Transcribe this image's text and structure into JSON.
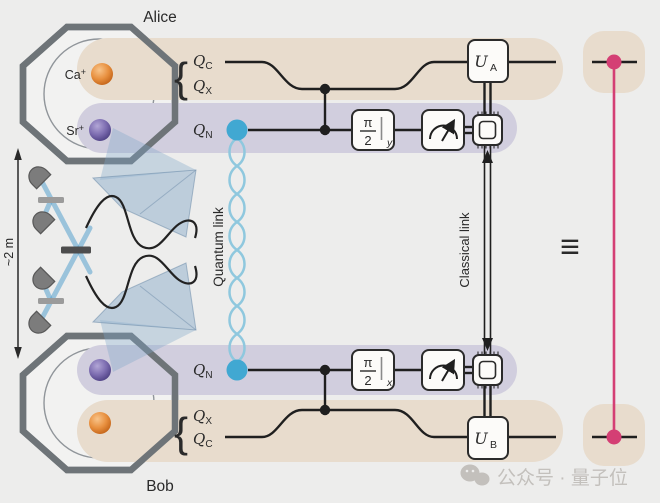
{
  "figure": {
    "alice_label": "Alice",
    "bob_label": "Bob",
    "distance_label": "~2 m",
    "quantum_link_label": "Quantum link",
    "classical_link_label": "Classical link",
    "equivalence_symbol": "≡",
    "watermark": "公众号 · 量子位"
  },
  "ions": {
    "ca": {
      "element": "Ca",
      "charge": "+"
    },
    "sr": {
      "element": "Sr",
      "charge": "+"
    }
  },
  "qubits": {
    "symbol": "Q",
    "brace": "{",
    "comm": "C",
    "aux": "X",
    "network": "N"
  },
  "gates": {
    "rot_num": "π",
    "rot_den": "2",
    "rot_sub_alice": "y",
    "rot_sub_bob": "x",
    "u_symbol": "U",
    "u_sub_alice": "A",
    "u_sub_bob": "B"
  },
  "colors": {
    "background": "#ededec",
    "band_beige": "#e8dccd",
    "band_purple": "#d1cede",
    "qubit_blue": "#41a8d2",
    "braid_blue": "#8fc8de",
    "entangle_pink": "#d43f74",
    "ion_orange": "#e08030",
    "ion_purple": "#6f5fa8",
    "wire": "#1f1f1f"
  }
}
